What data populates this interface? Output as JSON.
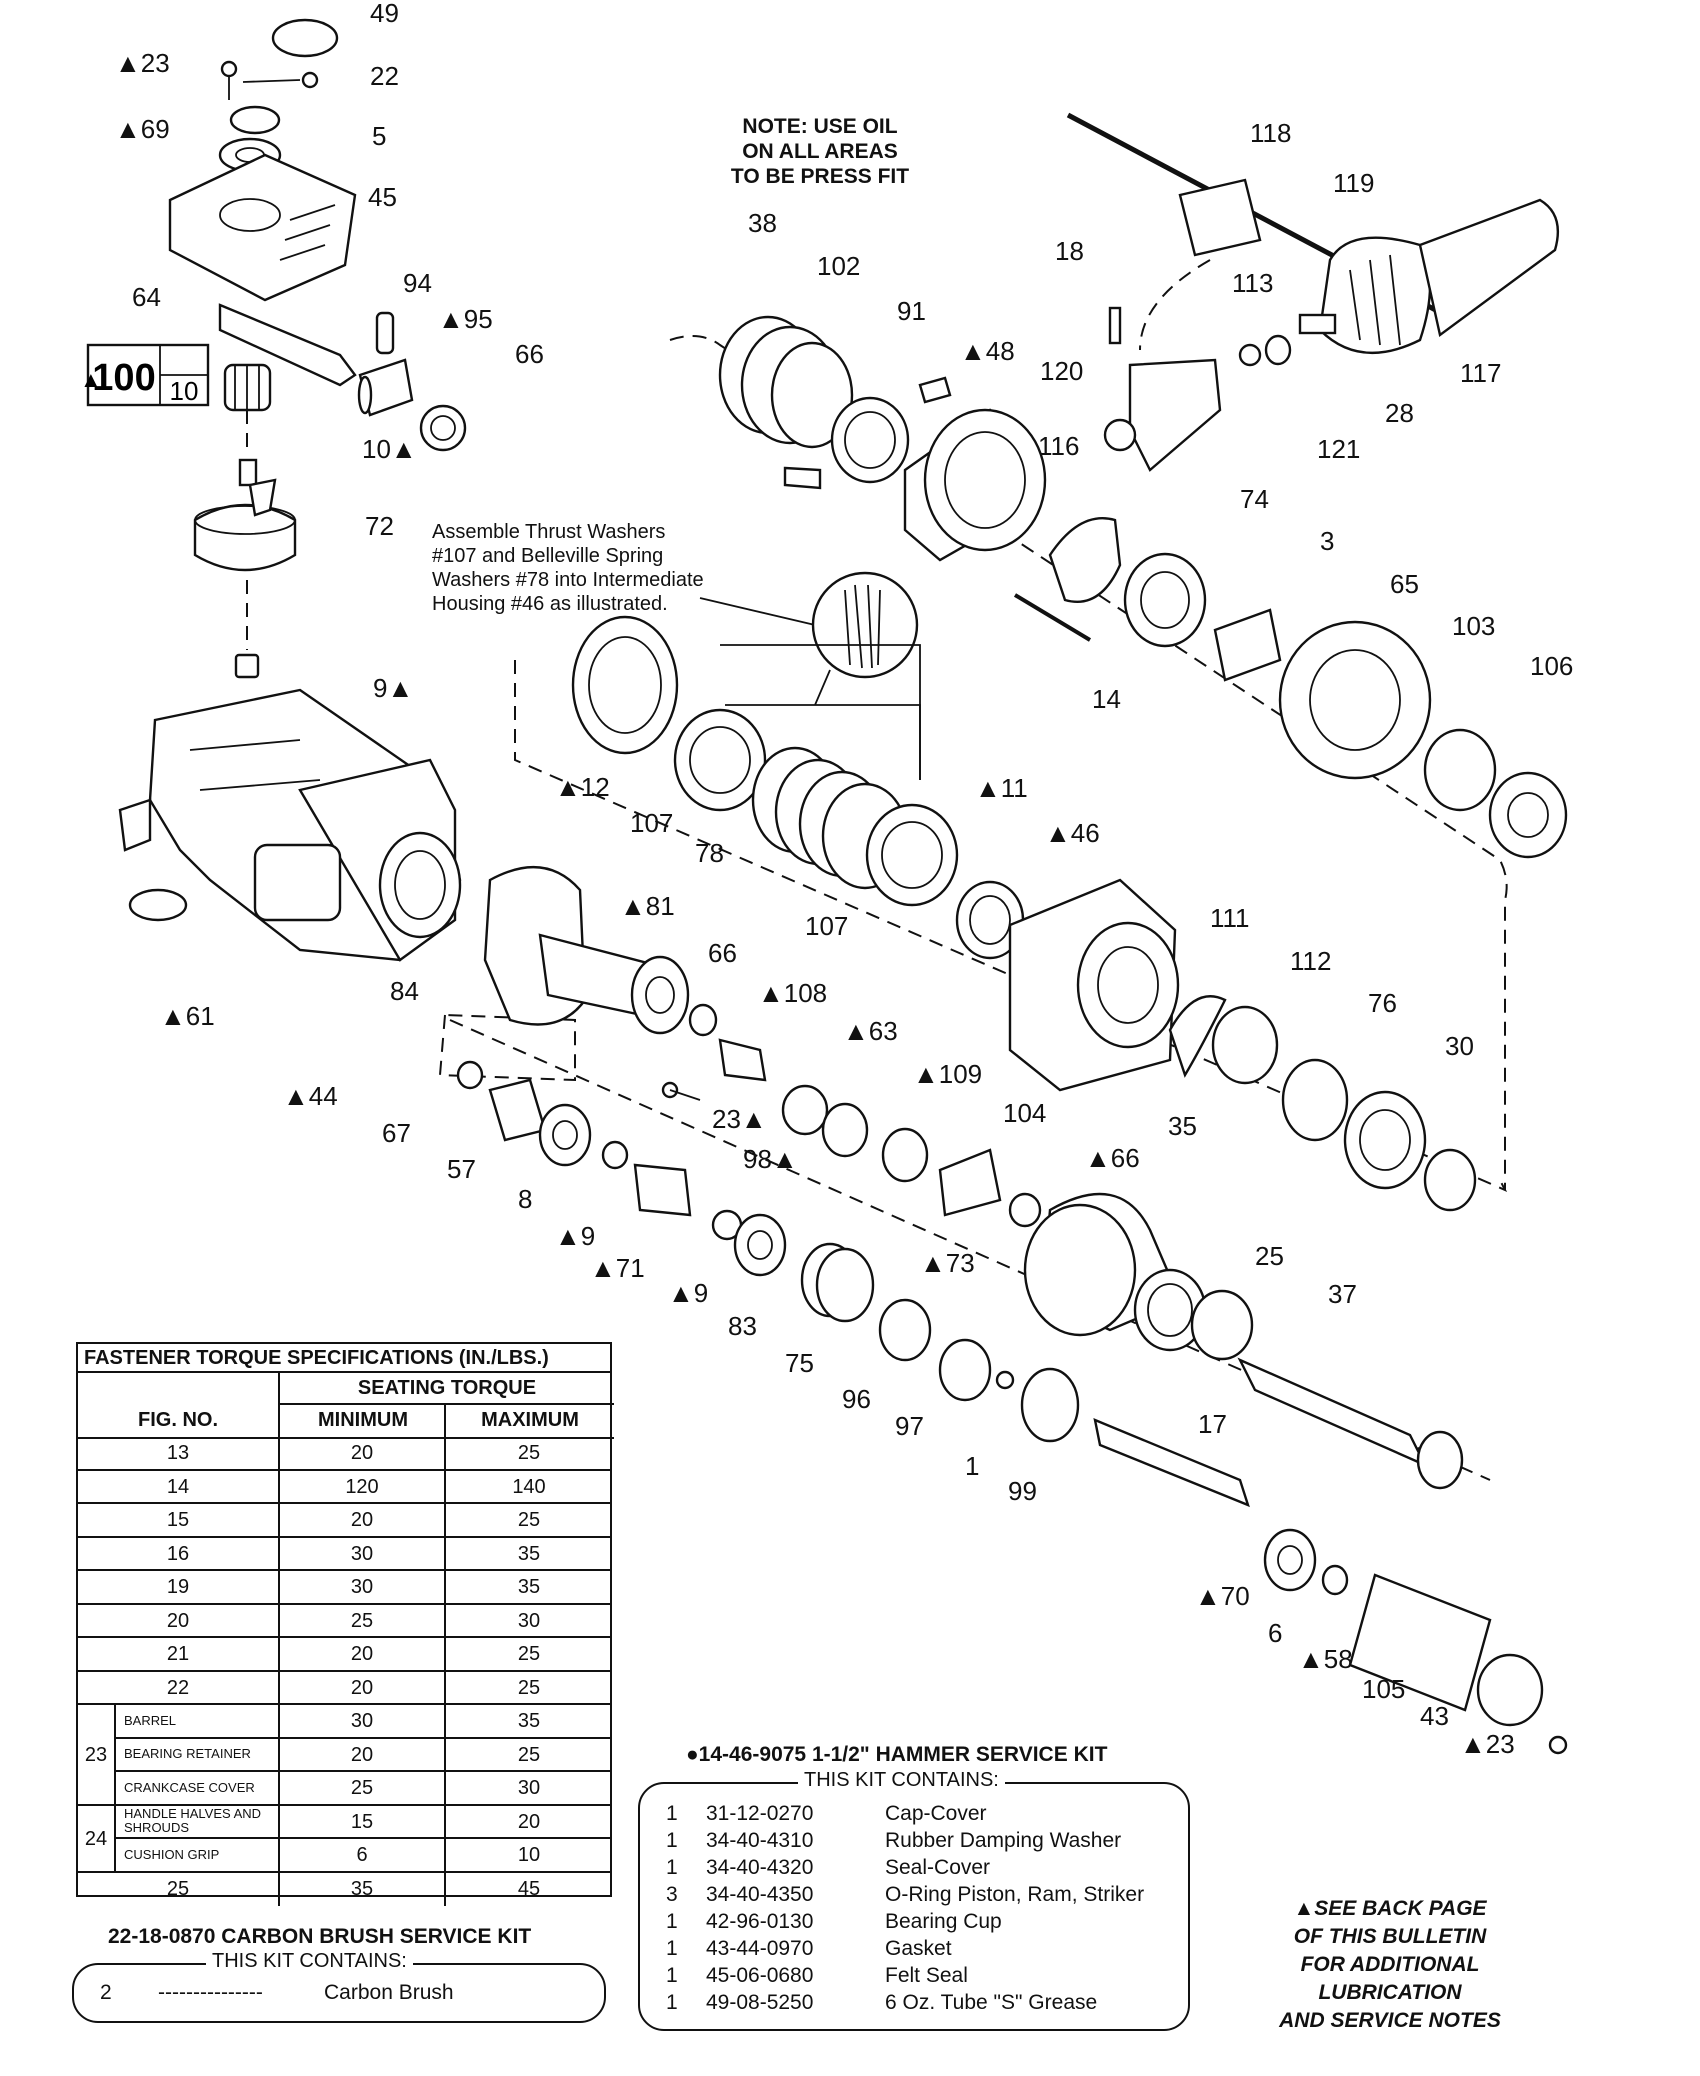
{
  "note": {
    "line1": "NOTE: USE OIL",
    "line2": "ON ALL AREAS",
    "line3": "TO BE PRESS FIT"
  },
  "assembly_note": [
    "Assemble Thrust Washers",
    "#107 and Belleville Spring",
    "Washers #78 into Intermediate",
    "Housing #46 as illustrated."
  ],
  "callout_100": {
    "top": "100",
    "bottom": "10"
  },
  "part_labels": [
    "49",
    "▲23",
    "22",
    "▲69",
    "5",
    "45",
    "64",
    "94",
    "▲95",
    "66",
    "10▲",
    "72",
    "9▲",
    "▲61",
    "▲44",
    "84",
    "18",
    "118",
    "119",
    "117",
    "113",
    "28",
    "▲48",
    "120",
    "121",
    "116",
    "74",
    "3",
    "65",
    "103",
    "106",
    "38",
    "102",
    "91",
    "14",
    "▲12",
    "107",
    "78",
    "107",
    "▲11",
    "▲46",
    "111",
    "112",
    "76",
    "30",
    "35",
    "▲81",
    "66",
    "▲108",
    "▲63",
    "▲109",
    "104",
    "▲66",
    "23▲",
    "98▲",
    "67",
    "57",
    "8",
    "▲9",
    "▲71",
    "▲9",
    "83",
    "75",
    "96",
    "97",
    "1",
    "99",
    "▲73",
    "25",
    "37",
    "17",
    "▲70",
    "6",
    "▲58",
    "105",
    "43",
    "▲23"
  ],
  "torque_table": {
    "title": "FASTENER TORQUE SPECIFICATIONS (IN./LBS.)",
    "seating": "SEATING TORQUE",
    "col_fig": "FIG. NO.",
    "col_min": "MINIMUM",
    "col_max": "MAXIMUM",
    "rows": [
      {
        "fig": "13",
        "min": "20",
        "max": "25"
      },
      {
        "fig": "14",
        "min": "120",
        "max": "140"
      },
      {
        "fig": "15",
        "min": "20",
        "max": "25"
      },
      {
        "fig": "16",
        "min": "30",
        "max": "35"
      },
      {
        "fig": "19",
        "min": "30",
        "max": "35"
      },
      {
        "fig": "20",
        "min": "25",
        "max": "30"
      },
      {
        "fig": "21",
        "min": "20",
        "max": "25"
      },
      {
        "fig": "22",
        "min": "20",
        "max": "25"
      }
    ],
    "group23": {
      "fig": "23",
      "rows": [
        {
          "name": "BARREL",
          "min": "30",
          "max": "35"
        },
        {
          "name": "BEARING RETAINER",
          "min": "20",
          "max": "25"
        },
        {
          "name": "CRANKCASE COVER",
          "min": "25",
          "max": "30"
        }
      ]
    },
    "group24": {
      "fig": "24",
      "rows": [
        {
          "name": "HANDLE HALVES AND SHROUDS",
          "min": "15",
          "max": "20"
        },
        {
          "name": "CUSHION GRIP",
          "min": "6",
          "max": "10"
        }
      ]
    },
    "last": {
      "fig": "25",
      "min": "35",
      "max": "45"
    }
  },
  "brush_kit": {
    "title": "22-18-0870 CARBON BRUSH SERVICE KIT",
    "contains": "THIS KIT CONTAINS:",
    "qty": "2",
    "dashes": "---------------",
    "desc": "Carbon Brush"
  },
  "hammer_kit": {
    "title": "●14-46-9075 1-1/2\" HAMMER SERVICE KIT",
    "contains": "THIS KIT CONTAINS:",
    "items": [
      {
        "qty": "1",
        "part": "31-12-0270",
        "desc": "Cap-Cover"
      },
      {
        "qty": "1",
        "part": "34-40-4310",
        "desc": "Rubber Damping Washer"
      },
      {
        "qty": "1",
        "part": "34-40-4320",
        "desc": "Seal-Cover"
      },
      {
        "qty": "3",
        "part": "34-40-4350",
        "desc": "O-Ring  Piston, Ram, Striker"
      },
      {
        "qty": "1",
        "part": "42-96-0130",
        "desc": "Bearing Cup"
      },
      {
        "qty": "1",
        "part": "43-44-0970",
        "desc": "Gasket"
      },
      {
        "qty": "1",
        "part": "45-06-0680",
        "desc": "Felt Seal"
      },
      {
        "qty": "1",
        "part": "49-08-5250",
        "desc": "6 Oz. Tube \"S\" Grease"
      }
    ]
  },
  "see_back": [
    "▲SEE BACK PAGE",
    "OF THIS BULLETIN",
    "FOR ADDITIONAL",
    "LUBRICATION",
    "AND SERVICE NOTES"
  ]
}
